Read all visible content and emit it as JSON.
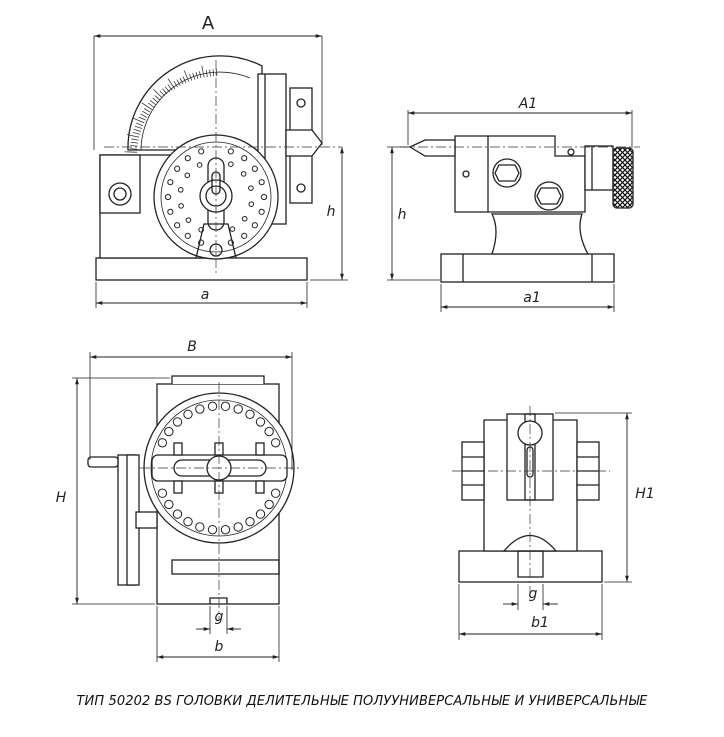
{
  "caption": "ТИП 50202 BS ГОЛОВКИ ДЕЛИТЕЛЬНЫЕ ПОЛУУНИВЕРСАЛЬНЫЕ И УНИВЕРСАЛЬНЫЕ",
  "dimensions": {
    "A": "A",
    "a": "a",
    "h_front": "h",
    "A1": "A1",
    "a1": "a1",
    "h_tail": "h",
    "B": "B",
    "H": "H",
    "g_top": "g",
    "b": "b",
    "H1": "H1",
    "g_side": "g",
    "b1": "b1"
  },
  "views": [
    "front-view",
    "tailstock-view",
    "top-view",
    "side-view"
  ]
}
